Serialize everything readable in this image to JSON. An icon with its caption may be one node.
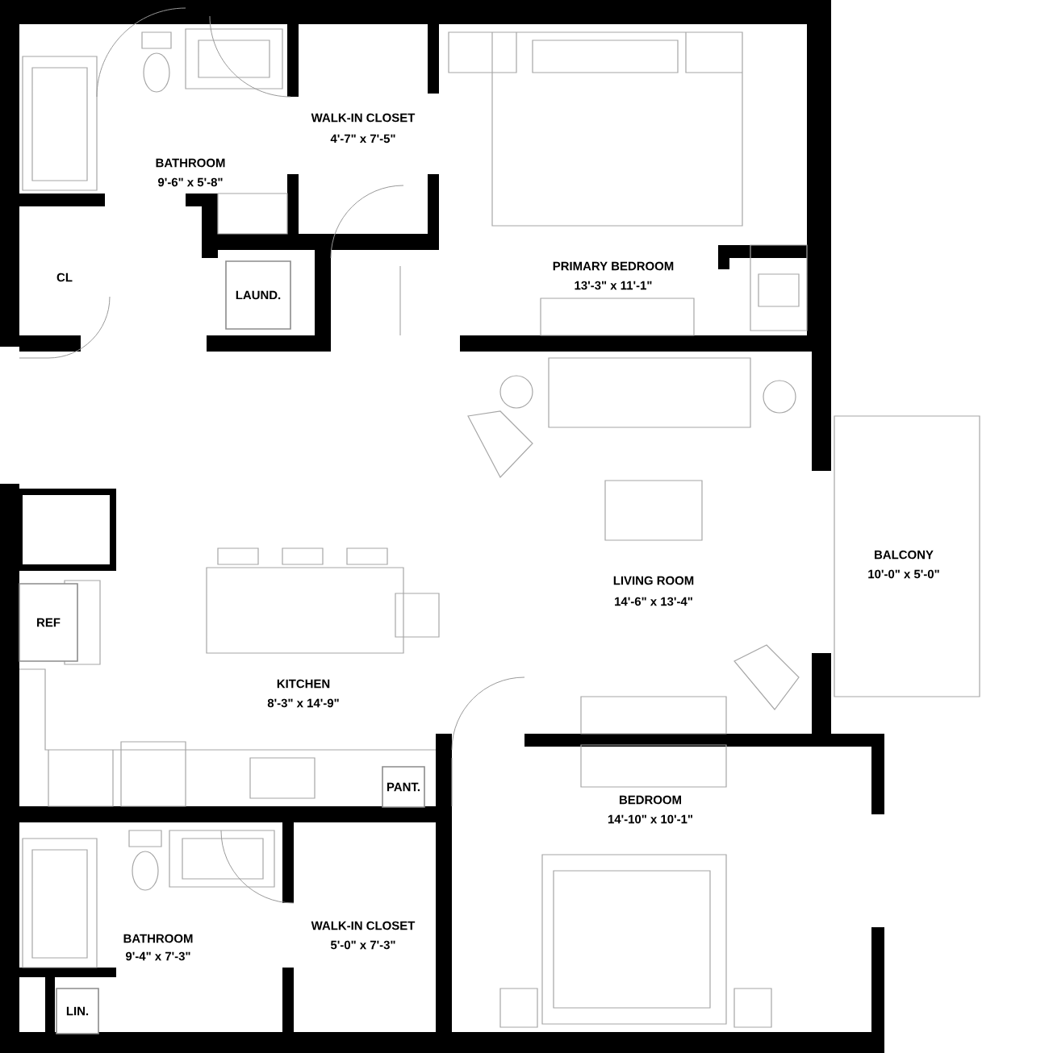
{
  "diagram": {
    "nodes": [
      {
        "text": [
          "LAUND."
        ]
      },
      {
        "text": [
          "REF"
        ]
      },
      {
        "text": [
          "PANT."
        ]
      },
      {
        "text": [
          "LIN."
        ]
      }
    ],
    "labels": [
      "BATHROOM",
      "9'-6\" x 5'-8\"",
      "WALK-IN CLOSET",
      "4'-7\" x 7'-5\"",
      "PRIMARY BEDROOM",
      "13'-3\" x 11'-1\"",
      "CL",
      "LIVING ROOM",
      "14'-6\" x 13'-4\"",
      "BALCONY",
      "10'-0\" x 5'-0\"",
      "KITCHEN",
      "8'-3\" x 14'-9\"",
      "BEDROOM",
      "14'-10\" x 10'-1\"",
      "BATHROOM",
      "9'-4\" x 7'-3\"",
      "WALK-IN CLOSET",
      "5'-0\" x 7'-3\""
    ]
  }
}
